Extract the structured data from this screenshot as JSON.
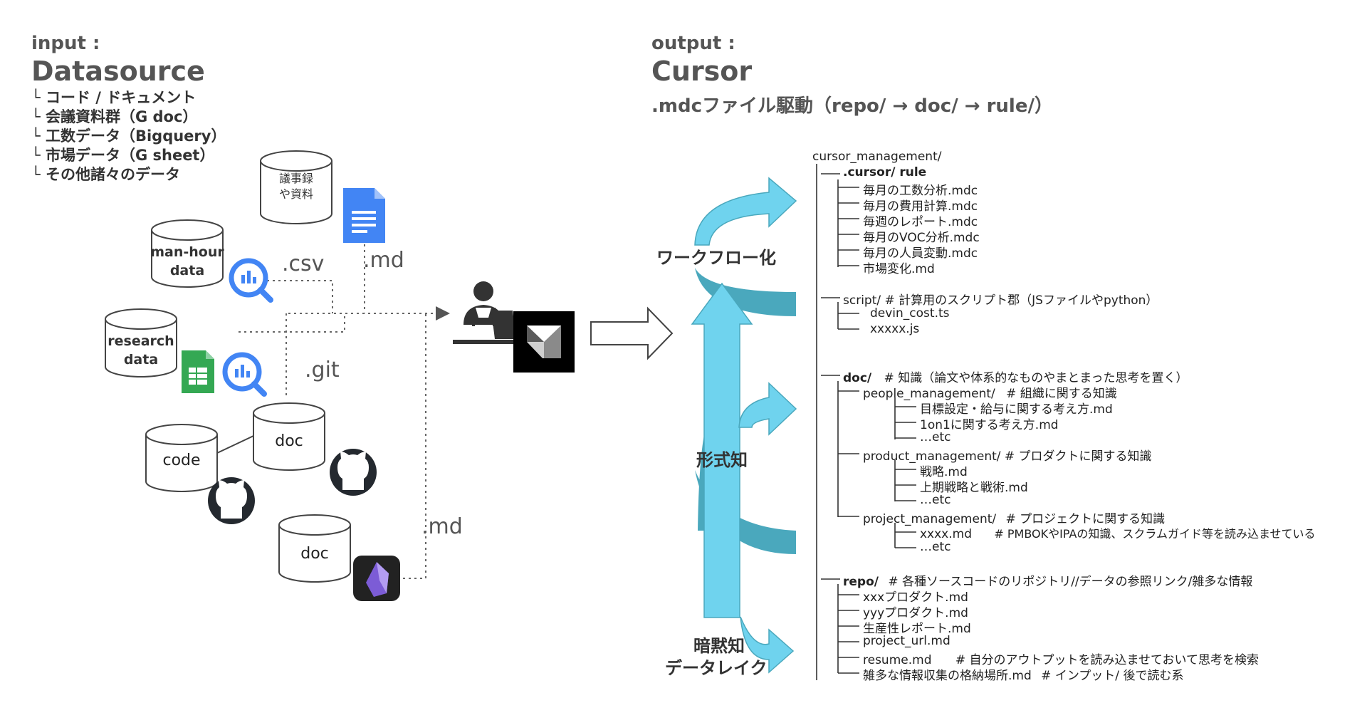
{
  "input": {
    "label": "input :",
    "title": "Datasource",
    "items": [
      "└ コード / ドキュメント",
      "└ 会議資料群（G doc）",
      "└ 工数データ（Bigquery）",
      "└ 市場データ（G sheet）",
      "└ その他諸々のデータ"
    ]
  },
  "output": {
    "label": "output :",
    "title": "Cursor",
    "subtitle": ".mdcファイル駆動（repo/ → doc/ → rule/）"
  },
  "cylinders": {
    "minutes": "議事録\nや資料",
    "manhour": "man-hour\ndata",
    "research": "research\ndata",
    "code": "code",
    "doc1": "doc",
    "doc2": "doc"
  },
  "edge_labels": {
    "csv": ".csv",
    "md_top": ".md",
    "git": ".git",
    "md_bottom": ".md"
  },
  "side_labels": {
    "workflow": "ワークフロー化",
    "formal": "形式知",
    "tacit": "暗黙知",
    "datalake": "データレイク"
  },
  "tree": {
    "root": "cursor_management/",
    "cursor_rule": ".cursor/ rule",
    "rule_files": [
      "毎月の工数分析.mdc",
      "毎月の費用計算.mdc",
      "毎週のレポート.mdc",
      "毎月のVOC分析.mdc",
      "毎月の人員変動.mdc",
      "市場変化.md"
    ],
    "script_dir": "script/",
    "script_comment": "# 計算用のスクリプト郡（JSファイルやpython）",
    "script_files": [
      "devin_cost.ts",
      "xxxxx.js"
    ],
    "doc_dir": "doc/",
    "doc_comment": "# 知識（論文や体系的なものやまとまった思考を置く）",
    "people_dir": "people_management/",
    "people_comment": "# 組織に関する知識",
    "people_files": [
      "目標設定・給与に関する考え方.md",
      "1on1に関する考え方.md",
      "…etc"
    ],
    "product_dir": "product_management/",
    "product_comment": "# プロダクトに関する知識",
    "product_files": [
      "戦略.md",
      "上期戦略と戦術.md",
      "…etc"
    ],
    "project_dir": "project_management/",
    "project_comment": "# プロジェクトに関する知識",
    "project_file1": "xxxx.md",
    "project_file1_comment": "# PMBOKやIPAの知識、スクラムガイド等を読み込ませている",
    "project_file2": "…etc",
    "repo_dir": "repo/",
    "repo_comment": "# 各種ソースコードのリポジトリ//データの参照リンク/雑多な情報",
    "repo_files": [
      "xxxプロダクト.md",
      "yyyプロダクト.md",
      "生産性レポート.md",
      "project_url.md"
    ],
    "resume_file": "resume.md",
    "resume_comment": "# 自分のアウトプットを読み込ませておいて思考を検索",
    "misc_file": "雑多な情報収集の格納場所.md",
    "misc_comment": "# インプット/ 後で読む系"
  },
  "colors": {
    "arrow_fill": "#6fd3ee",
    "arrow_dark": "#4aa8bd",
    "google_blue": "#4285f4",
    "sheets_green": "#34a853",
    "github_dark": "#24292f",
    "obsidian_purple": "#7c5cd6"
  },
  "icons": [
    "google-docs-icon",
    "bigquery-icon",
    "google-sheets-icon",
    "github-icon",
    "obsidian-icon",
    "person-laptop-icon",
    "cursor-logo-icon",
    "hollow-arrow-icon"
  ]
}
